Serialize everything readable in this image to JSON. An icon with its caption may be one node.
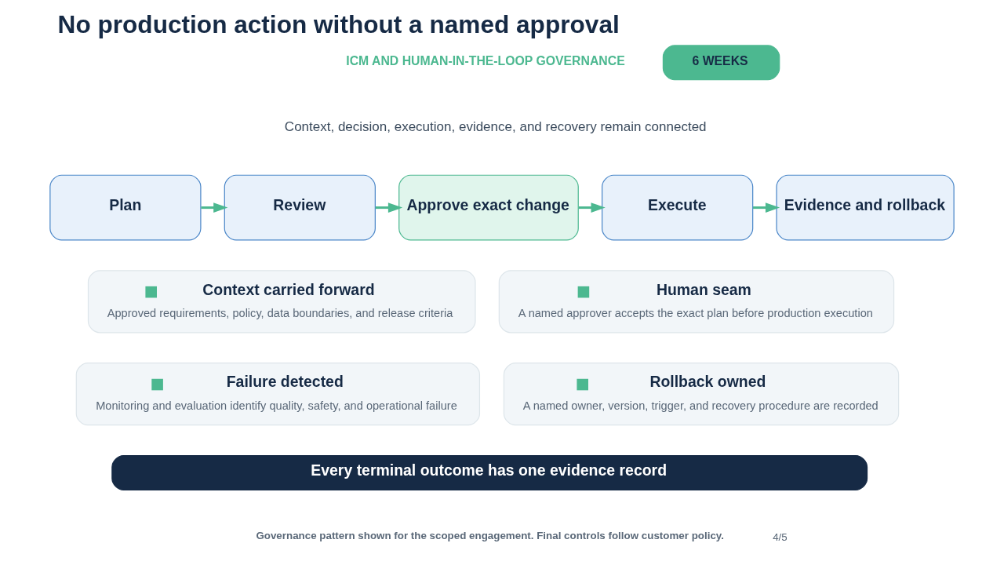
{
  "diagram": {
    "title": "No production action without a named approval",
    "nodes": [
      {
        "text": [
          "Plan"
        ]
      },
      {
        "text": [
          "Review"
        ]
      },
      {
        "text": [
          "Approve exact change"
        ]
      },
      {
        "text": [
          "Execute"
        ]
      },
      {
        "text": [
          "Evidence and rollback"
        ]
      },
      {
        "text": [
          "Context carried forward",
          "Approved requirements, policy, data boundaries, and release criteria"
        ]
      },
      {
        "text": [
          "Human seam",
          "A named approver accepts the exact plan before production execution"
        ]
      },
      {
        "text": [
          "Failure detected",
          "Monitoring and evaluation identify quality, safety, and operational failure"
        ]
      },
      {
        "text": [
          "Rollback owned",
          "A named owner, version, trigger, and recovery procedure are recorded"
        ]
      },
      {
        "text": [
          "Every terminal outcome has one evidence record"
        ]
      },
      {
        "text": [
          "6 WEEKS"
        ]
      }
    ],
    "edges": [
      {
        "from": 0,
        "to": 1,
        "arrow": "to"
      },
      {
        "from": 1,
        "to": 2,
        "arrow": "to"
      },
      {
        "from": 2,
        "to": 3,
        "arrow": "to"
      },
      {
        "from": 3,
        "to": 4,
        "arrow": "to"
      }
    ],
    "labels": [
      "ICM AND HUMAN-IN-THE-LOOP GOVERNANCE",
      "Context, decision, execution, evidence, and recovery remain connected",
      "Governance pattern shown for the scoped engagement. Final controls follow customer policy.",
      "4/5"
    ]
  }
}
